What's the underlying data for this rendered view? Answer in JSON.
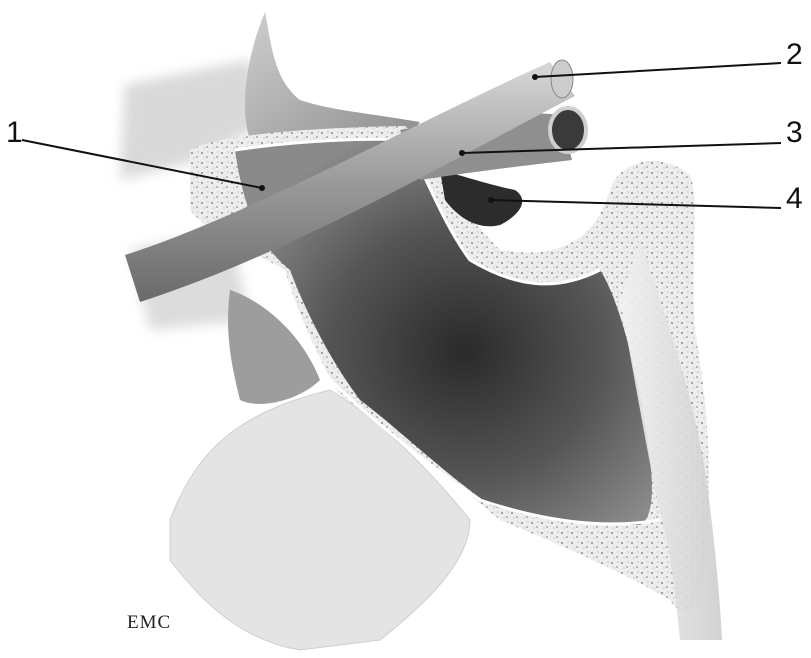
{
  "labels": {
    "label_1": "1",
    "label_2": "2",
    "label_3": "3",
    "label_4": "4"
  },
  "watermark": "EMC",
  "colors": {
    "background": "#ffffff",
    "bone": "#e9e9e9",
    "cavity_dark": "#3d3d3d",
    "vessel": "#b8b8b8",
    "leader_line": "#111111"
  }
}
